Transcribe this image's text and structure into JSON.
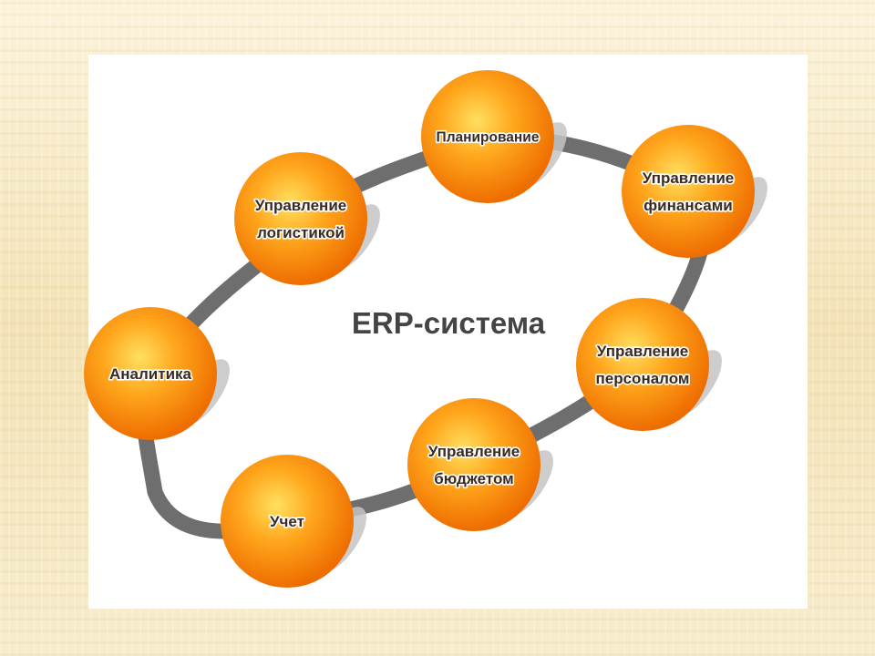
{
  "diagram": {
    "center_title": "ERP-система",
    "modules": [
      {
        "id": "planning",
        "lines": [
          "Планирование"
        ]
      },
      {
        "id": "finance",
        "lines": [
          "Управление",
          "финансами"
        ]
      },
      {
        "id": "personnel",
        "lines": [
          "Управление",
          "персоналом"
        ]
      },
      {
        "id": "budget",
        "lines": [
          "Управление",
          "бюджетом"
        ]
      },
      {
        "id": "accounting",
        "lines": [
          "Учет"
        ]
      },
      {
        "id": "analytics",
        "lines": [
          "Аналитика"
        ]
      },
      {
        "id": "logistics",
        "lines": [
          "Управление",
          "логистикой"
        ]
      }
    ]
  },
  "colors": {
    "circle_highlight": "#ffe060",
    "circle_mid": "#ffa61c",
    "circle_edge": "#ee6d00",
    "ring": "#6e6e6e",
    "shadow": "#c4c4c4",
    "label_text": "#3a2a20",
    "title_text": "#444444"
  }
}
